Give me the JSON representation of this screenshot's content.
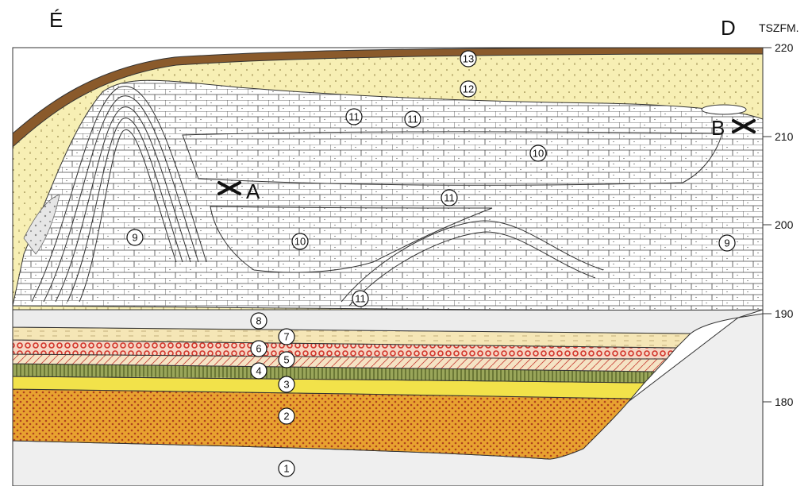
{
  "diagram": {
    "corner_left": "É",
    "corner_right": "D",
    "axis_unit": "TSZFM.",
    "axis_ticks": [
      "220",
      "210",
      "200",
      "190",
      "180"
    ],
    "site_a": "A",
    "site_b": "B",
    "layers": [
      "1",
      "2",
      "3",
      "4",
      "5",
      "6",
      "7",
      "8",
      "9",
      "9",
      "10",
      "10",
      "11",
      "11",
      "11",
      "11",
      "12",
      "13"
    ]
  },
  "colors": {
    "paper": "#ffffff",
    "sand": "#f7efb4",
    "topsoil": "#8a5a2b",
    "limestone": "#ffffff",
    "bedrock": "#efefef",
    "orange": "#e8a230",
    "yellow": "#f2e24a",
    "green": "#8e9a4a",
    "red_dots": "#d2342a",
    "beige": "#f5e6b6",
    "line": "#222222"
  }
}
